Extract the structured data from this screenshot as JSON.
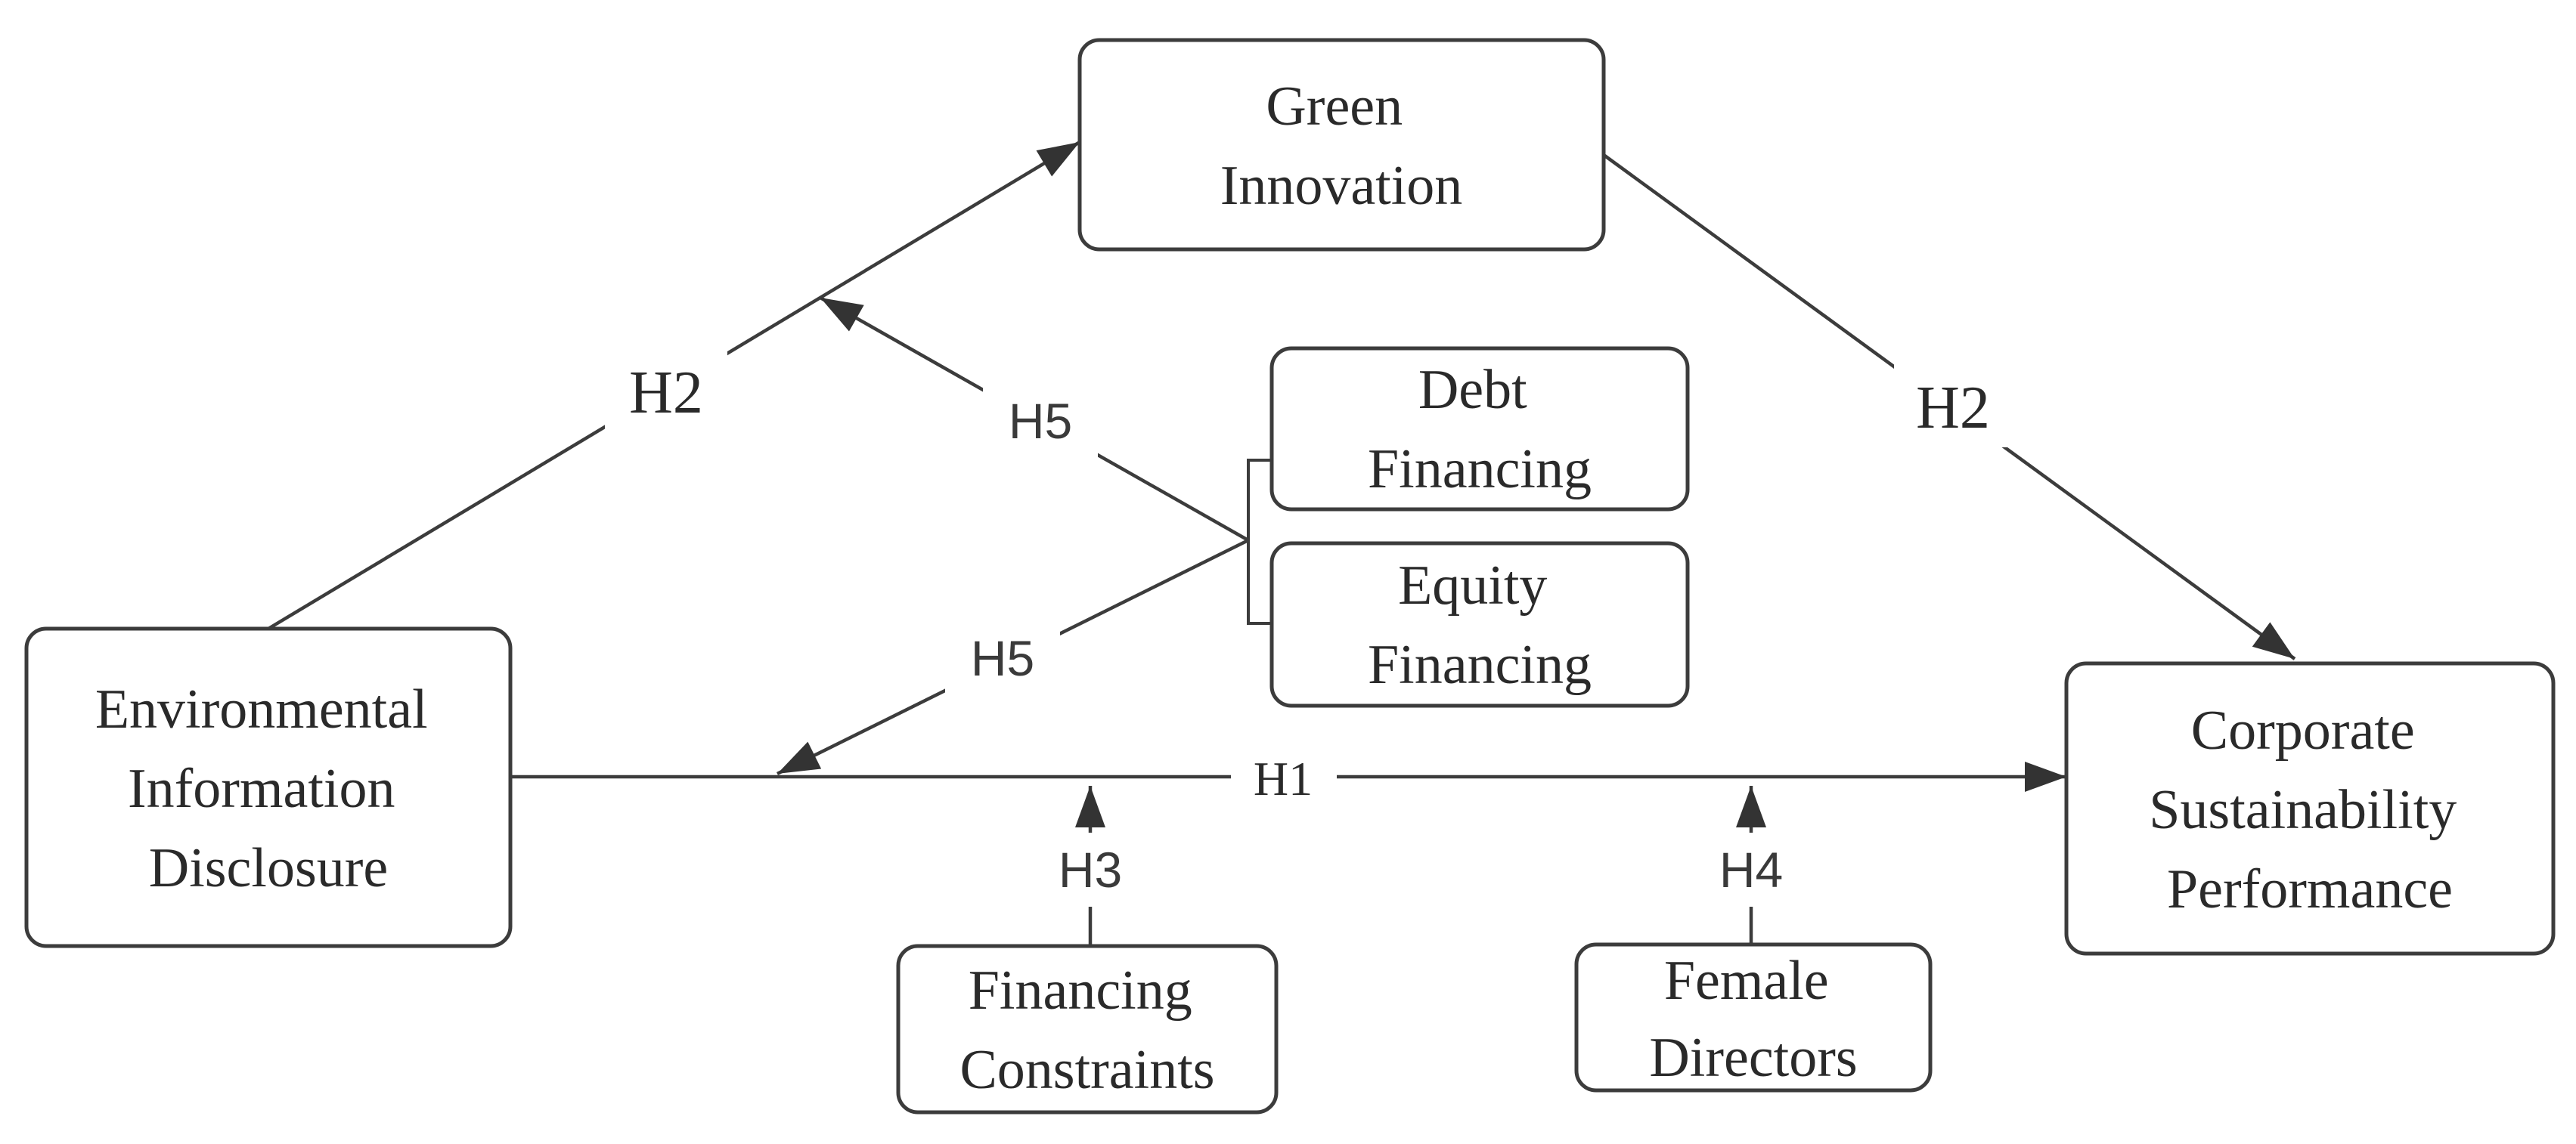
{
  "diagram": {
    "type": "conceptual-research-model",
    "colors": {
      "background": "#ffffff",
      "stroke": "#3c3c3c",
      "text": "#2a2a2a"
    },
    "nodes": {
      "environmental_information_disclosure": {
        "label": "Environmental Information Disclosure",
        "lines": [
          "Environmental",
          "Information",
          "Disclosure"
        ]
      },
      "green_innovation": {
        "label": "Green Innovation",
        "lines": [
          "Green",
          "Innovation"
        ]
      },
      "debt_financing": {
        "label": "Debt Financing",
        "lines": [
          "Debt",
          "Financing"
        ]
      },
      "equity_financing": {
        "label": "Equity Financing",
        "lines": [
          "Equity",
          "Financing"
        ]
      },
      "corporate_sustainability_performance": {
        "label": "Corporate Sustainability Performance",
        "lines": [
          "Corporate",
          "Sustainability",
          "Performance"
        ]
      },
      "financing_constraints": {
        "label": "Financing Constraints",
        "lines": [
          "Financing",
          "Constraints"
        ]
      },
      "female_directors": {
        "label": "Female Directors",
        "lines": [
          "Female",
          "Directors"
        ]
      }
    },
    "edges": {
      "h1": {
        "label": "H1",
        "from": "environmental_information_disclosure",
        "to": "corporate_sustainability_performance"
      },
      "h2_disclosure_to_innovation": {
        "label": "H2",
        "from": "environmental_information_disclosure",
        "to": "green_innovation"
      },
      "h2_innovation_to_performance": {
        "label": "H2",
        "from": "green_innovation",
        "to": "corporate_sustainability_performance"
      },
      "h3": {
        "label": "H3",
        "from": "financing_constraints",
        "to": "h1_path"
      },
      "h4": {
        "label": "H4",
        "from": "female_directors",
        "to": "h1_path"
      },
      "h5_on_h2": {
        "label": "H5",
        "from": "debt_equity_financing",
        "to": "h2_path"
      },
      "h5_on_h1": {
        "label": "H5",
        "from": "debt_equity_financing",
        "to": "h1_path"
      }
    }
  }
}
